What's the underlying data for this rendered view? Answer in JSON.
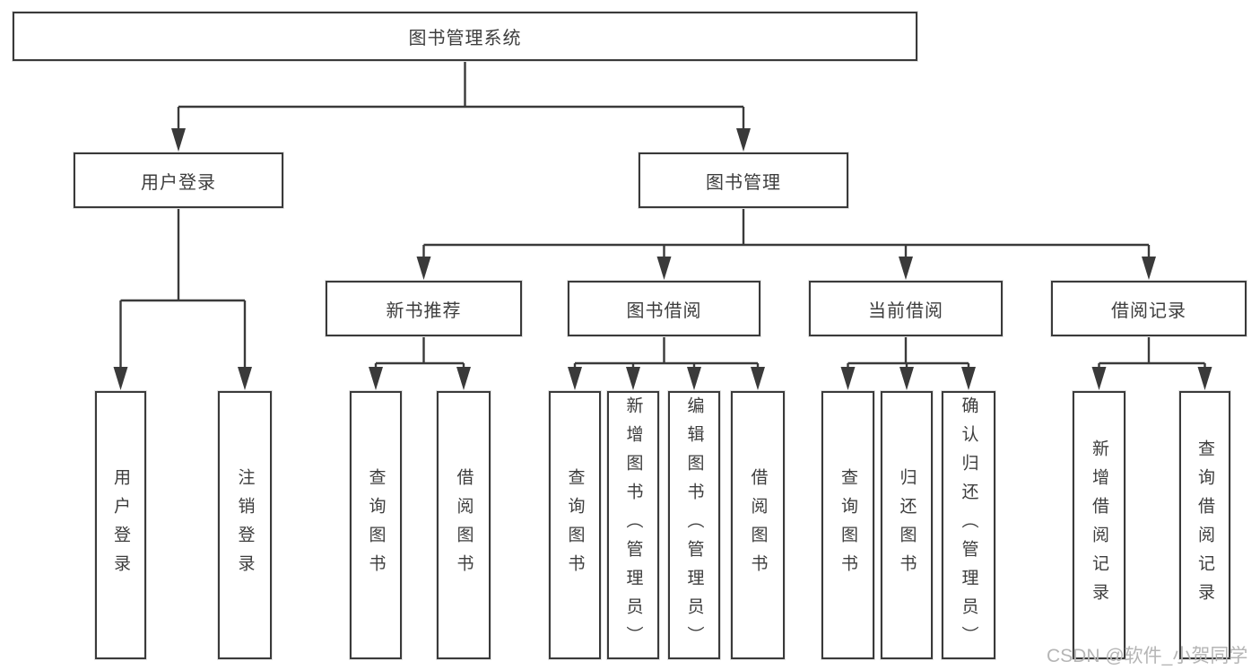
{
  "diagram_title": "图书管理系统",
  "nodes": {
    "root": "图书管理系统",
    "level2": [
      "用户登录",
      "图书管理"
    ],
    "level3": [
      "新书推荐",
      "图书借阅",
      "当前借阅",
      "借阅记录"
    ],
    "leaves_user_login": [
      "用户登录",
      "注销登录"
    ],
    "leaves_new_book": [
      "查询图书",
      "借阅图书"
    ],
    "leaves_book_borrow": [
      "查询图书",
      "新增图书（管理员）",
      "编辑图书（管理员）",
      "借阅图书"
    ],
    "leaves_current_borrow": [
      "查询图书",
      "归还图书",
      "确认归还（管理员）"
    ],
    "leaves_borrow_records": [
      "新增借阅记录",
      "查询借阅记录"
    ]
  },
  "watermark": "CSDN @软件_小贺同学",
  "colors": {
    "line": "#3a3a3a",
    "text": "#3d3d3d",
    "box_fill": "#ffffff",
    "watermark": "#b5b5b5",
    "background": "#ffffff"
  }
}
